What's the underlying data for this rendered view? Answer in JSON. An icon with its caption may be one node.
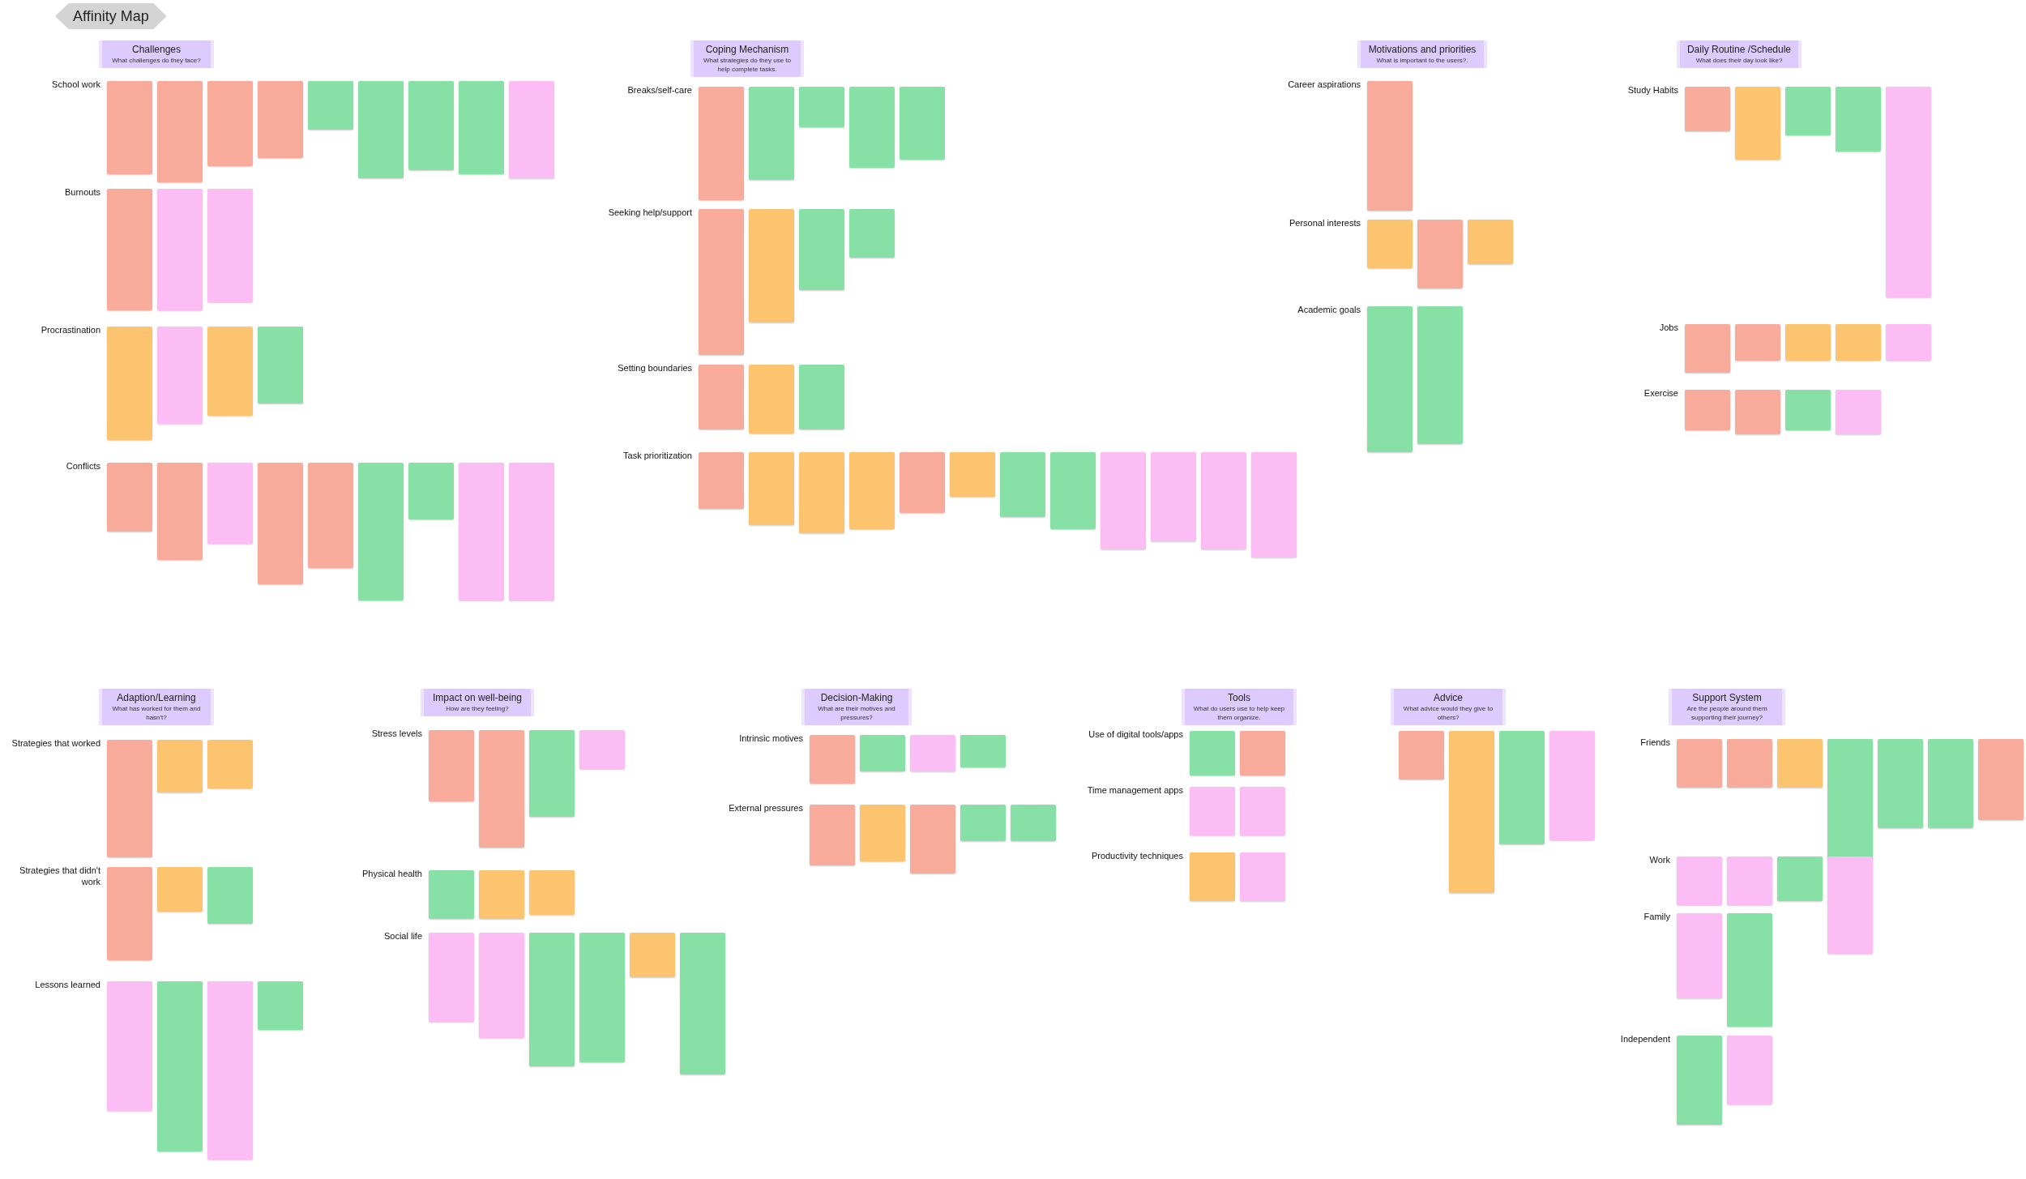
{
  "diagram": {
    "title": "Affinity Map",
    "nodes": [
      {
        "text": [
          "Challenges",
          "What challenges do they face?"
        ]
      },
      {
        "text": [],
        "shape": "box"
      },
      {
        "text": [],
        "shape": "box"
      },
      {
        "text": [],
        "shape": "box"
      },
      {
        "text": [],
        "shape": "box"
      },
      {
        "text": [],
        "shape": "box"
      },
      {
        "text": [],
        "shape": "box"
      },
      {
        "text": [],
        "shape": "box"
      },
      {
        "text": [],
        "shape": "box"
      },
      {
        "text": [],
        "shape": "box"
      },
      {
        "text": [],
        "shape": "box"
      },
      {
        "text": [],
        "shape": "box"
      },
      {
        "text": [],
        "shape": "box"
      },
      {
        "text": [],
        "shape": "box"
      },
      {
        "text": [],
        "shape": "box"
      },
      {
        "text": [],
        "shape": "box"
      },
      {
        "text": [],
        "shape": "box"
      },
      {
        "text": [],
        "shape": "box"
      },
      {
        "text": [],
        "shape": "box"
      },
      {
        "text": [],
        "shape": "box"
      },
      {
        "text": [],
        "shape": "box"
      },
      {
        "text": [],
        "shape": "box"
      },
      {
        "text": [],
        "shape": "box"
      },
      {
        "text": [],
        "shape": "box"
      },
      {
        "text": [],
        "shape": "box"
      },
      {
        "text": [],
        "shape": "box"
      },
      {
        "text": [
          "Coping Mechanism",
          "What strategies do they use to help complete tasks."
        ]
      },
      {
        "text": [],
        "shape": "box"
      },
      {
        "text": [],
        "shape": "box"
      },
      {
        "text": [],
        "shape": "box"
      },
      {
        "text": [],
        "shape": "box"
      },
      {
        "text": [],
        "shape": "box"
      },
      {
        "text": [],
        "shape": "box"
      },
      {
        "text": [],
        "shape": "box"
      },
      {
        "text": [],
        "shape": "box"
      },
      {
        "text": [],
        "shape": "box"
      },
      {
        "text": [],
        "shape": "box"
      },
      {
        "text": [],
        "shape": "box"
      },
      {
        "text": [],
        "shape": "box"
      },
      {
        "text": [],
        "shape": "box"
      },
      {
        "text": [],
        "shape": "box"
      },
      {
        "text": [],
        "shape": "box"
      },
      {
        "text": [],
        "shape": "box"
      },
      {
        "text": [],
        "shape": "box"
      },
      {
        "text": [],
        "shape": "box"
      },
      {
        "text": [],
        "shape": "box"
      },
      {
        "text": [],
        "shape": "box"
      },
      {
        "text": [],
        "shape": "box"
      },
      {
        "text": [],
        "shape": "box"
      },
      {
        "text": [],
        "shape": "box"
      },
      {
        "text": [],
        "shape": "box"
      },
      {
        "text": [
          "Motivations and priorities",
          "What is important to the users?."
        ]
      },
      {
        "text": [],
        "shape": "box"
      },
      {
        "text": [],
        "shape": "box"
      },
      {
        "text": [],
        "shape": "box"
      },
      {
        "text": [],
        "shape": "box"
      },
      {
        "text": [],
        "shape": "box"
      },
      {
        "text": [],
        "shape": "box"
      },
      {
        "text": [
          "Daily Routine /Schedule",
          "What does their day look like?"
        ]
      },
      {
        "text": [],
        "shape": "box"
      },
      {
        "text": [],
        "shape": "box"
      },
      {
        "text": [],
        "shape": "box"
      },
      {
        "text": [],
        "shape": "box"
      },
      {
        "text": [],
        "shape": "box"
      },
      {
        "text": [],
        "shape": "box"
      },
      {
        "text": [],
        "shape": "box"
      },
      {
        "text": [],
        "shape": "box"
      },
      {
        "text": [],
        "shape": "box"
      },
      {
        "text": [],
        "shape": "box"
      },
      {
        "text": [],
        "shape": "box"
      },
      {
        "text": [],
        "shape": "box"
      },
      {
        "text": [],
        "shape": "box"
      },
      {
        "text": [],
        "shape": "box"
      },
      {
        "text": [
          "Adaption/Learning",
          "What has worked for them and hasn't?"
        ]
      },
      {
        "text": [],
        "shape": "box"
      },
      {
        "text": [],
        "shape": "box"
      },
      {
        "text": [],
        "shape": "box"
      },
      {
        "text": [],
        "shape": "box"
      },
      {
        "text": [],
        "shape": "box"
      },
      {
        "text": [],
        "shape": "box"
      },
      {
        "text": [],
        "shape": "box"
      },
      {
        "text": [],
        "shape": "box"
      },
      {
        "text": [],
        "shape": "box"
      },
      {
        "text": [],
        "shape": "box"
      },
      {
        "text": [
          "Impact on well-being",
          "How are they feeling?"
        ]
      },
      {
        "text": [],
        "shape": "box"
      },
      {
        "text": [],
        "shape": "box"
      },
      {
        "text": [],
        "shape": "box"
      },
      {
        "text": [],
        "shape": "box"
      },
      {
        "text": [],
        "shape": "box"
      },
      {
        "text": [],
        "shape": "box"
      },
      {
        "text": [],
        "shape": "box"
      },
      {
        "text": [],
        "shape": "box"
      },
      {
        "text": [],
        "shape": "box"
      },
      {
        "text": [],
        "shape": "box"
      },
      {
        "text": [],
        "shape": "box"
      },
      {
        "text": [],
        "shape": "box"
      },
      {
        "text": [],
        "shape": "box"
      },
      {
        "text": [
          "Decision-Making",
          "What are their motives and pressures?"
        ]
      },
      {
        "text": [],
        "shape": "box"
      },
      {
        "text": [],
        "shape": "box"
      },
      {
        "text": [],
        "shape": "box"
      },
      {
        "text": [],
        "shape": "box"
      },
      {
        "text": [],
        "shape": "box"
      },
      {
        "text": [],
        "shape": "box"
      },
      {
        "text": [],
        "shape": "box"
      },
      {
        "text": [],
        "shape": "box"
      },
      {
        "text": [],
        "shape": "box"
      },
      {
        "text": [
          "Tools",
          "What do users use to help keep them organize."
        ]
      },
      {
        "text": [],
        "shape": "box"
      },
      {
        "text": [],
        "shape": "box"
      },
      {
        "text": [],
        "shape": "box"
      },
      {
        "text": [],
        "shape": "box"
      },
      {
        "text": [],
        "shape": "box"
      },
      {
        "text": [],
        "shape": "box"
      },
      {
        "text": [
          "Advice",
          "What advice would they give to others?"
        ]
      },
      {
        "text": [],
        "shape": "box"
      },
      {
        "text": [],
        "shape": "box"
      },
      {
        "text": [],
        "shape": "box"
      },
      {
        "text": [],
        "shape": "box"
      },
      {
        "text": [
          "Support System",
          "Are the people around them supporting their journey?"
        ]
      },
      {
        "text": [],
        "shape": "box"
      },
      {
        "text": [],
        "shape": "box"
      },
      {
        "text": [],
        "shape": "box"
      },
      {
        "text": [],
        "shape": "box"
      },
      {
        "text": [],
        "shape": "box"
      },
      {
        "text": [],
        "shape": "box"
      },
      {
        "text": [],
        "shape": "box"
      },
      {
        "text": [],
        "shape": "box"
      },
      {
        "text": [],
        "shape": "box"
      },
      {
        "text": [],
        "shape": "box"
      },
      {
        "text": [],
        "shape": "box"
      },
      {
        "text": [],
        "shape": "box"
      },
      {
        "text": [],
        "shape": "box"
      },
      {
        "text": [],
        "shape": "box"
      },
      {
        "text": [],
        "shape": "box"
      }
    ],
    "labels": [
      "School work",
      "Burnouts",
      "Procrastination",
      "Conflicts",
      "Breaks/self-care",
      "Seeking help/support",
      "Setting boundaries",
      "Task prioritization",
      "Career aspirations",
      "Personal interests",
      "Academic goals",
      "Study Habits",
      "Jobs",
      "Exercise",
      "Strategies that worked",
      "Strategies that didn't work",
      "Lessons learned",
      "Stress levels",
      "Physical health",
      "Social life",
      "Intrinsic motives",
      "External pressures",
      "Use of digital tools/apps",
      "Time management apps",
      "Productivity techniques",
      "Friends",
      "Work",
      "Family",
      "Independent"
    ]
  }
}
